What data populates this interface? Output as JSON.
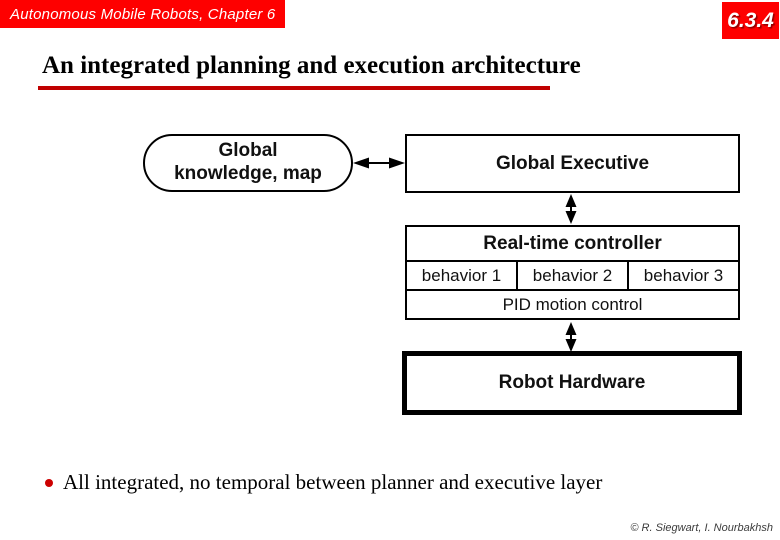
{
  "header": {
    "course_title": "Autonomous Mobile Robots, Chapter 6",
    "section_number": "6.3.4"
  },
  "slide": {
    "title": "An integrated planning and execution architecture",
    "bullet": "All integrated, no temporal between planner and executive layer",
    "footer_credit": "© R. Siegwart, I. Nourbakhsh"
  },
  "diagram": {
    "knowledge_line1": "Global",
    "knowledge_line2": "knowledge, map",
    "global_executive": "Global Executive",
    "realtime_controller": "Real-time controller",
    "behaviors": [
      "behavior 1",
      "behavior 2",
      "behavior 3"
    ],
    "pid": "PID motion control",
    "robot_hardware": "Robot Hardware"
  },
  "colors": {
    "banner_red": "#fe0000",
    "underline_red": "#c00000",
    "bullet_red": "#cc0000",
    "diagram_stroke": "#000000"
  }
}
